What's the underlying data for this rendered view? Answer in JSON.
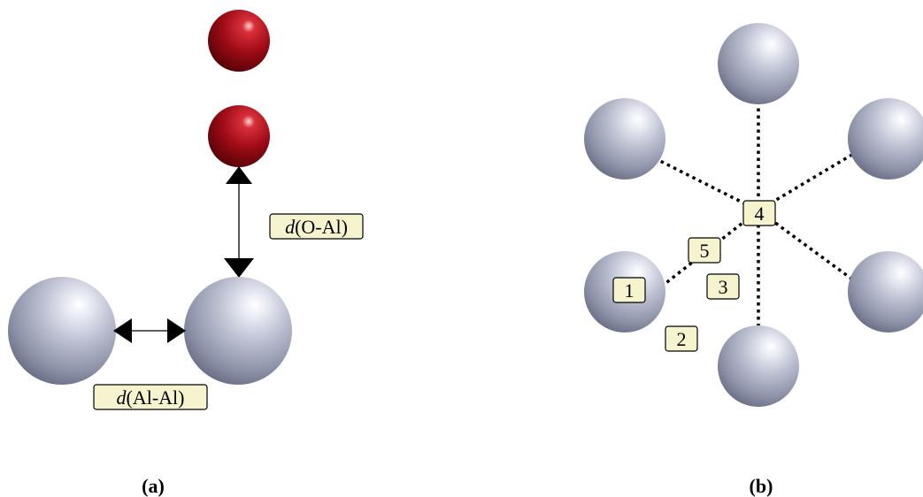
{
  "colors": {
    "aluminum_atom": "#b8bccd",
    "oxygen_atom": "#9a0a14",
    "label_box_fill": "#f6f3cf",
    "line": "#000000"
  },
  "panel_a": {
    "caption": "(a)",
    "label_o_al": {
      "italic": "d",
      "rest": "(O-Al)"
    },
    "label_al_al": {
      "italic": "d",
      "rest": "(Al-Al)"
    }
  },
  "panel_b": {
    "caption": "(b)",
    "site_labels": [
      "1",
      "2",
      "3",
      "4",
      "5"
    ]
  }
}
